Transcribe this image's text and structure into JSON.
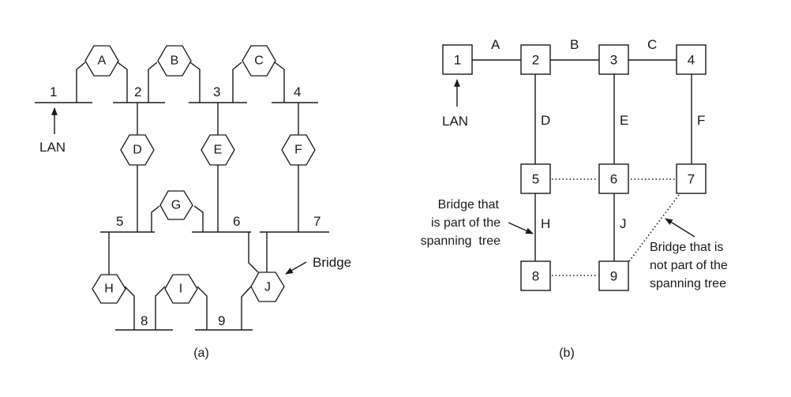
{
  "figure_a": {
    "caption": "(a)",
    "lans": [
      "1",
      "2",
      "3",
      "4",
      "5",
      "6",
      "7",
      "8",
      "9"
    ],
    "bridges": [
      "A",
      "B",
      "C",
      "D",
      "E",
      "F",
      "G",
      "H",
      "I",
      "J"
    ],
    "lan_pointer_label": "LAN",
    "bridge_pointer_label": "Bridge"
  },
  "figure_b": {
    "caption": "(b)",
    "nodes": [
      "1",
      "2",
      "3",
      "4",
      "5",
      "6",
      "7",
      "8",
      "9"
    ],
    "edges": [
      {
        "from": "1",
        "to": "2",
        "label": "A",
        "in_tree": true
      },
      {
        "from": "2",
        "to": "3",
        "label": "B",
        "in_tree": true
      },
      {
        "from": "3",
        "to": "4",
        "label": "C",
        "in_tree": true
      },
      {
        "from": "2",
        "to": "5",
        "label": "D",
        "in_tree": true
      },
      {
        "from": "3",
        "to": "6",
        "label": "E",
        "in_tree": true
      },
      {
        "from": "4",
        "to": "7",
        "label": "F",
        "in_tree": true
      },
      {
        "from": "5",
        "to": "8",
        "label": "H",
        "in_tree": true
      },
      {
        "from": "6",
        "to": "9",
        "label": "J",
        "in_tree": true
      },
      {
        "from": "5",
        "to": "6",
        "label": "",
        "in_tree": false
      },
      {
        "from": "6",
        "to": "7",
        "label": "",
        "in_tree": false
      },
      {
        "from": "8",
        "to": "9",
        "label": "",
        "in_tree": false
      },
      {
        "from": "9",
        "to": "7",
        "label": "",
        "in_tree": false
      }
    ],
    "lan_pointer_label": "LAN",
    "note_in_tree": [
      "Bridge that",
      "is part of the",
      "spanning  tree"
    ],
    "note_not_in_tree": [
      "Bridge that is",
      "not part of the",
      "spanning tree"
    ]
  }
}
